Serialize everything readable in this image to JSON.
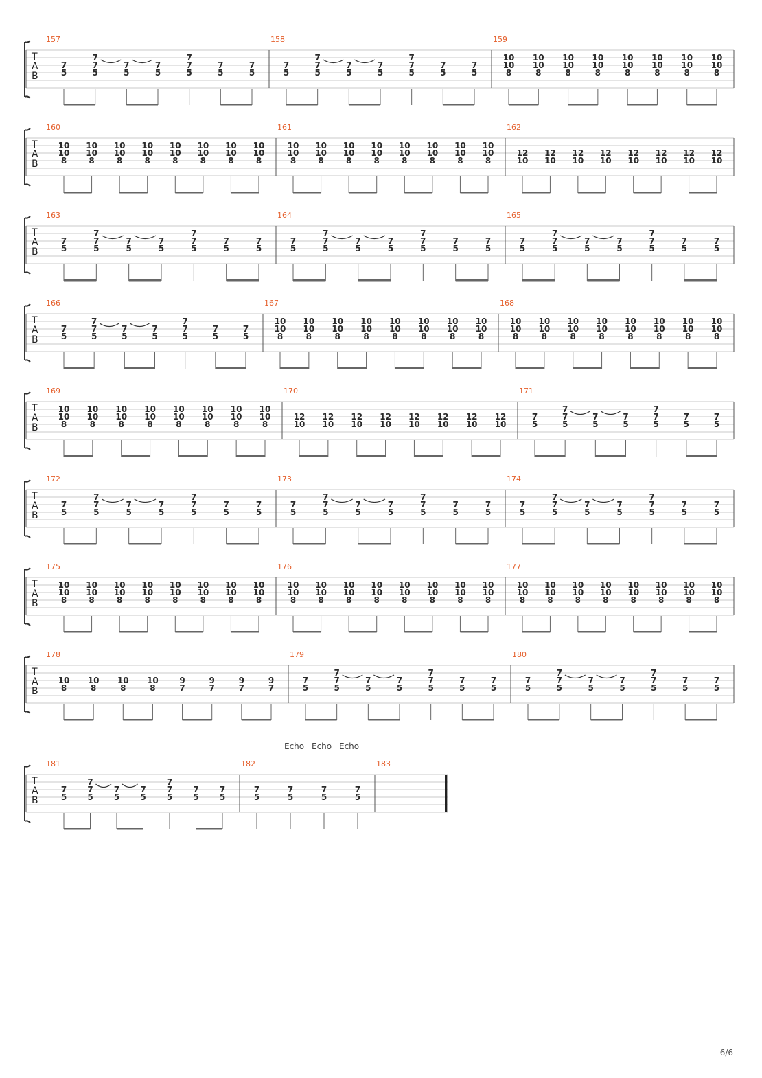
{
  "page_number": "6/6",
  "clef_letters": [
    "T",
    "A",
    "B"
  ],
  "colors": {
    "measure_number": "#e5602d",
    "staff_line": "#c8c8c8",
    "ink": "#2a2a2a",
    "beam": "#666666"
  },
  "patterns": {
    "riff_a": [
      "7-5",
      "7-7-5",
      "7-5",
      "7-5",
      "7-7-5",
      "7-5",
      "7-5"
    ],
    "power_10": [
      "10-10-8",
      "10-10-8",
      "10-10-8",
      "10-10-8",
      "10-10-8",
      "10-10-8",
      "10-10-8",
      "10-10-8"
    ],
    "power_12": [
      "12-10",
      "12-10",
      "12-10",
      "12-10",
      "12-10",
      "12-10",
      "12-10",
      "12-10"
    ],
    "mix_178": [
      "10-8",
      "10-8",
      "10-8",
      "10-8",
      "9-7",
      "9-7",
      "9-7",
      "9-7"
    ],
    "echo_182": [
      "7-5",
      "7-5",
      "7-5",
      "7-5"
    ]
  },
  "systems": [
    {
      "measures": [
        {
          "number": "157",
          "pattern": "riff_a"
        },
        {
          "number": "158",
          "pattern": "riff_a"
        },
        {
          "number": "159",
          "pattern": "power_10"
        }
      ]
    },
    {
      "measures": [
        {
          "number": "160",
          "pattern": "power_10"
        },
        {
          "number": "161",
          "pattern": "power_10"
        },
        {
          "number": "162",
          "pattern": "power_12"
        }
      ]
    },
    {
      "measures": [
        {
          "number": "163",
          "pattern": "riff_a"
        },
        {
          "number": "164",
          "pattern": "riff_a"
        },
        {
          "number": "165",
          "pattern": "riff_a"
        }
      ]
    },
    {
      "measures": [
        {
          "number": "166",
          "pattern": "riff_a"
        },
        {
          "number": "167",
          "pattern": "power_10"
        },
        {
          "number": "168",
          "pattern": "power_10"
        }
      ]
    },
    {
      "measures": [
        {
          "number": "169",
          "pattern": "power_10"
        },
        {
          "number": "170",
          "pattern": "power_12"
        },
        {
          "number": "171",
          "pattern": "riff_a"
        }
      ]
    },
    {
      "measures": [
        {
          "number": "172",
          "pattern": "riff_a"
        },
        {
          "number": "173",
          "pattern": "riff_a"
        },
        {
          "number": "174",
          "pattern": "riff_a"
        }
      ]
    },
    {
      "measures": [
        {
          "number": "175",
          "pattern": "power_10"
        },
        {
          "number": "176",
          "pattern": "power_10"
        },
        {
          "number": "177",
          "pattern": "power_10"
        }
      ]
    },
    {
      "measures": [
        {
          "number": "178",
          "pattern": "mix_178"
        },
        {
          "number": "179",
          "pattern": "riff_a"
        },
        {
          "number": "180",
          "pattern": "riff_a"
        }
      ]
    },
    {
      "annotations": [
        "Echo",
        "Echo",
        "Echo"
      ],
      "measures": [
        {
          "number": "181",
          "pattern": "riff_a"
        },
        {
          "number": "182",
          "pattern": "echo_182"
        },
        {
          "number": "183",
          "pattern": "empty"
        }
      ]
    }
  ]
}
